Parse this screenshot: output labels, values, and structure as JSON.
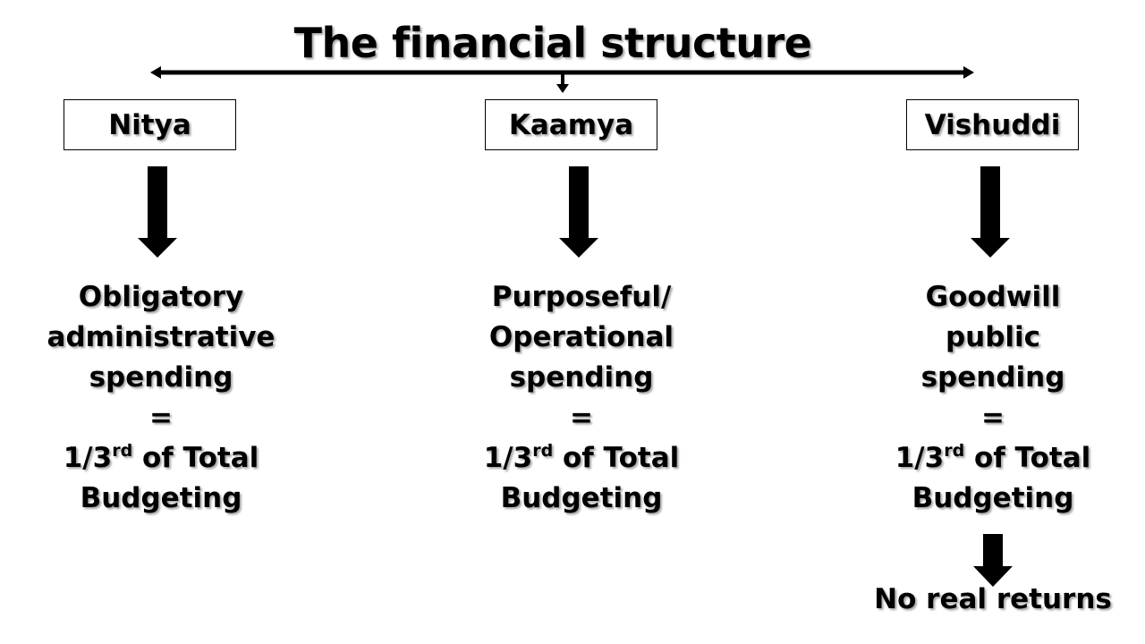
{
  "title": "The financial structure",
  "columns": [
    {
      "name": "Nitya",
      "description": [
        "Obligatory",
        "administrative",
        "spending"
      ],
      "equals": "=",
      "share": {
        "prefix": "1/3",
        "sup": "rd",
        "suffix": " of Total"
      },
      "share_line2": "Budgeting"
    },
    {
      "name": "Kaamya",
      "description": [
        "Purposeful/",
        "Operational",
        "spending"
      ],
      "equals": "=",
      "share": {
        "prefix": "1/3",
        "sup": "rd",
        "suffix": " of Total"
      },
      "share_line2": "Budgeting"
    },
    {
      "name": "Vishuddi",
      "description": [
        "Goodwill",
        "public",
        "spending"
      ],
      "equals": "=",
      "share": {
        "prefix": "1/3",
        "sup": "rd",
        "suffix": " of Total"
      },
      "share_line2": "Budgeting"
    }
  ],
  "vishuddi_note": "No real returns",
  "colors": {
    "background": "#ffffff",
    "ink": "#000000"
  }
}
